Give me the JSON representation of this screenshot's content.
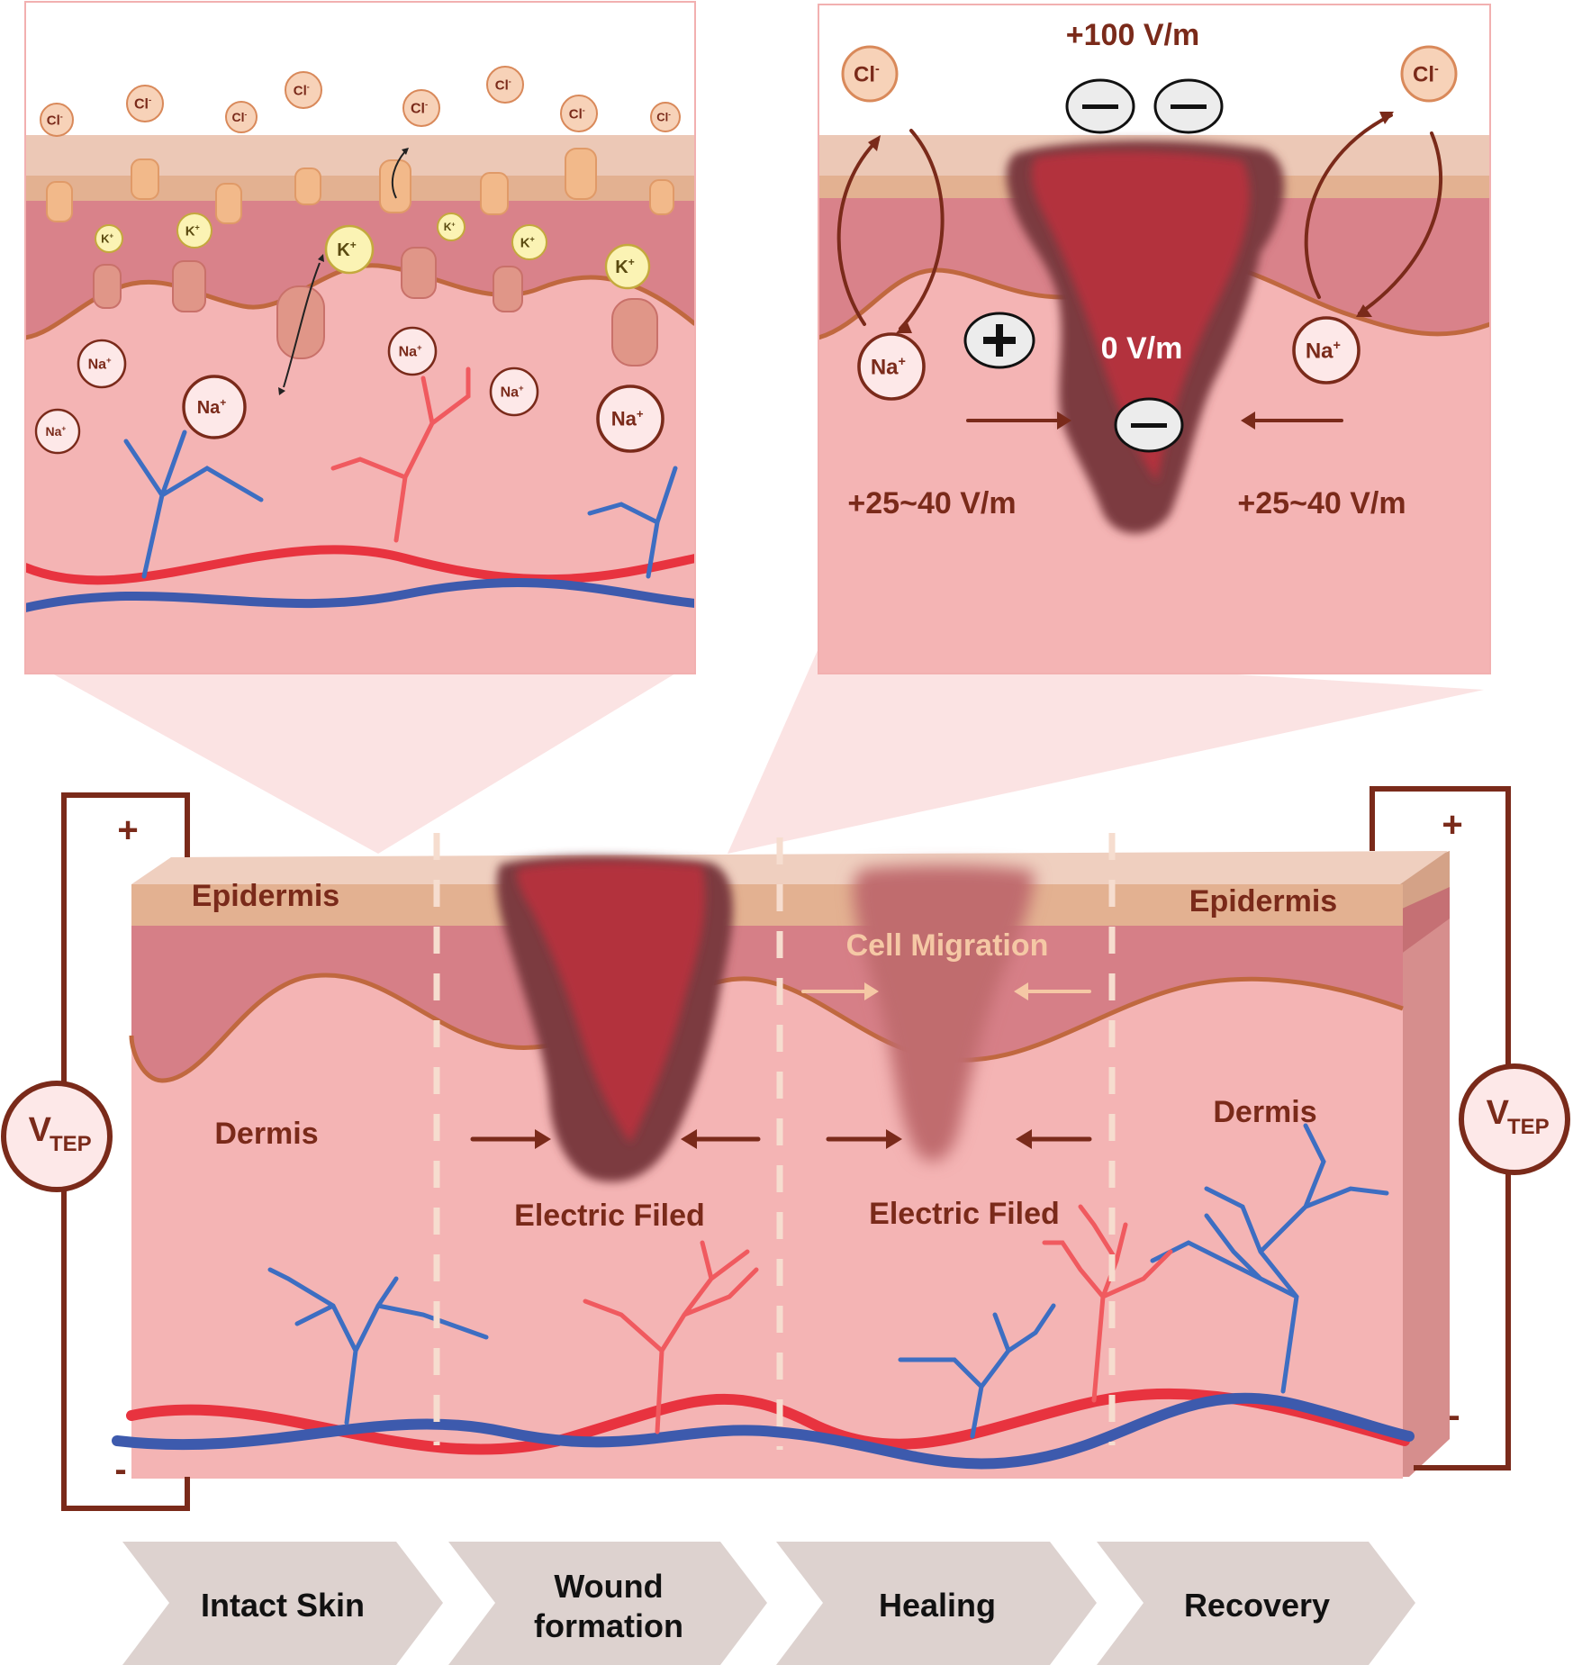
{
  "inset_left": {
    "ions": [
      {
        "label": "Cl",
        "sup": "-"
      },
      {
        "label": "K",
        "sup": "+"
      },
      {
        "label": "Na",
        "sup": "+"
      }
    ]
  },
  "inset_right": {
    "top_field": "+100 V/m",
    "center_field": "0 V/m",
    "left_field": "+25~40 V/m",
    "right_field": "+25~40 V/m",
    "ions": {
      "cl": {
        "label": "Cl",
        "sup": "-"
      },
      "na": {
        "label": "Na",
        "sup": "+"
      }
    },
    "plus_sign": "+",
    "minus_sign": "−"
  },
  "main": {
    "epidermis_left": "Epidermis",
    "epidermis_right": "Epidermis",
    "dermis_left": "Dermis",
    "dermis_right": "Dermis",
    "cell_migration": "Cell Migration",
    "electric_field_1": "Electric Filed",
    "electric_field_2": "Electric Filed",
    "circuit_left": {
      "plus": "+",
      "minus": "-",
      "label": "V",
      "sub": "TEP"
    },
    "circuit_right": {
      "plus": "+",
      "minus": "-",
      "label": "V",
      "sub": "TEP"
    }
  },
  "stages": [
    {
      "line1": "Intact Skin",
      "line2": ""
    },
    {
      "line1": "Wound",
      "line2": "formation"
    },
    {
      "line1": "Healing",
      "line2": ""
    },
    {
      "line1": "Recovery",
      "line2": ""
    }
  ],
  "colors": {
    "dermis": "#f4b4b4",
    "epidermis": "#e7b9a1",
    "wound": "#b3303c",
    "wound_edge": "#7c3a3f",
    "artery": "#e8333f",
    "vein": "#3d5aad",
    "text": "#7a1f14",
    "circuit": "#7a2a1a",
    "chevron": "#ddd2cf"
  }
}
